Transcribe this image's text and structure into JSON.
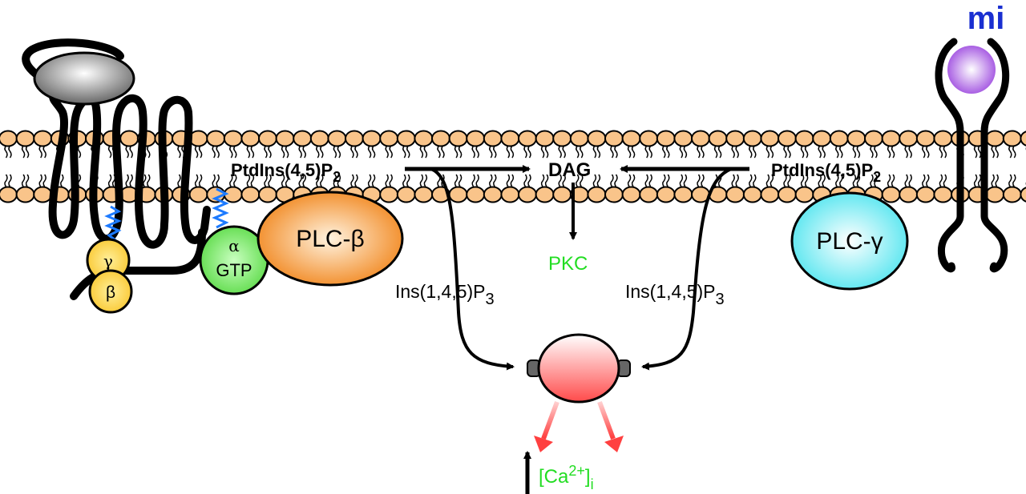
{
  "logo": {
    "text": "mi",
    "color": "#1a2fd1"
  },
  "membrane": {
    "head_color": "#f9c48a",
    "outline_color": "#000000"
  },
  "labels": {
    "pip2_left": {
      "main": "PtdIns(4,5)P",
      "sub": "2"
    },
    "pip2_right": {
      "main": "PtdIns(4,5)P",
      "sub": "2"
    },
    "dag": "DAG",
    "pkc": "PKC",
    "ip3_left": {
      "main": "Ins(1,4,5)P",
      "sub": "3"
    },
    "ip3_right": {
      "main": "Ins(1,4,5)P",
      "sub": "3"
    },
    "calcium": {
      "open": "[Ca",
      "sup": "2+",
      "close": "]",
      "sub": "i"
    }
  },
  "proteins": {
    "plc_beta": {
      "label": "PLC-β",
      "color": "#f28a1e"
    },
    "plc_gamma": {
      "label": "PLC-γ",
      "color": "#5fe8f0"
    },
    "g_alpha": {
      "label_top": "α",
      "label_bottom": "GTP",
      "color": "#6fe05a"
    },
    "g_gamma": {
      "label": "γ",
      "color": "#ffd24a"
    },
    "g_beta": {
      "label": "β",
      "color": "#ffd24a"
    },
    "ligand_gpcr": {
      "color": "#888888"
    },
    "ligand_rtk": {
      "color": "#a45ee0"
    },
    "ip3_receptor": {
      "color": "#ff6a6a"
    }
  },
  "colors": {
    "pkc_text": "#22dd22",
    "calcium_text": "#22dd22",
    "lipid_anchor": "#1e7bff",
    "ca_release_arrow": "#ff5050"
  }
}
